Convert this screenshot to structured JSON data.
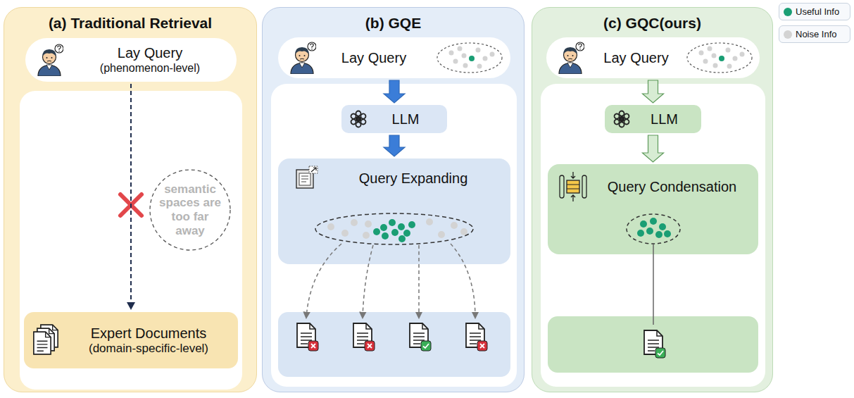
{
  "diagram": {
    "nodes": [
      {
        "text": [
          "(a) Traditional Retrieval"
        ]
      },
      {
        "text": [
          "Lay Query",
          "(phenomenon-level)"
        ],
        "in": 0
      },
      {
        "text": [
          "Expert Documents",
          "(domain-specific-level)"
        ],
        "in": 0
      },
      {
        "text": [
          "semantic spaces are too far away"
        ],
        "in": 0
      },
      {
        "text": [
          "(b) GQE"
        ]
      },
      {
        "text": [
          "Lay Query"
        ],
        "in": 4
      },
      {
        "text": [
          "LLM"
        ],
        "in": 4
      },
      {
        "text": [
          "Query Expanding"
        ],
        "in": 4
      },
      {
        "text": [
          "(c) GQC(ours)"
        ]
      },
      {
        "text": [
          "Lay Query"
        ],
        "in": 8
      },
      {
        "text": [
          "LLM"
        ],
        "in": 8
      },
      {
        "text": [
          "Query Condensation"
        ],
        "in": 8
      }
    ],
    "edges": [
      {
        "from": 1,
        "to": 2,
        "arrow": "to"
      },
      {
        "from": 5,
        "to": 6,
        "arrow": "to"
      },
      {
        "from": 6,
        "to": 7,
        "arrow": "to"
      },
      {
        "from": 9,
        "to": 10,
        "arrow": "to"
      },
      {
        "from": 10,
        "to": 11,
        "arrow": "to"
      }
    ],
    "legend": [
      {
        "text": "Useful Info",
        "color": "#1a9e74"
      },
      {
        "text": "Noise Info",
        "color": "#d3d3d3"
      }
    ]
  }
}
